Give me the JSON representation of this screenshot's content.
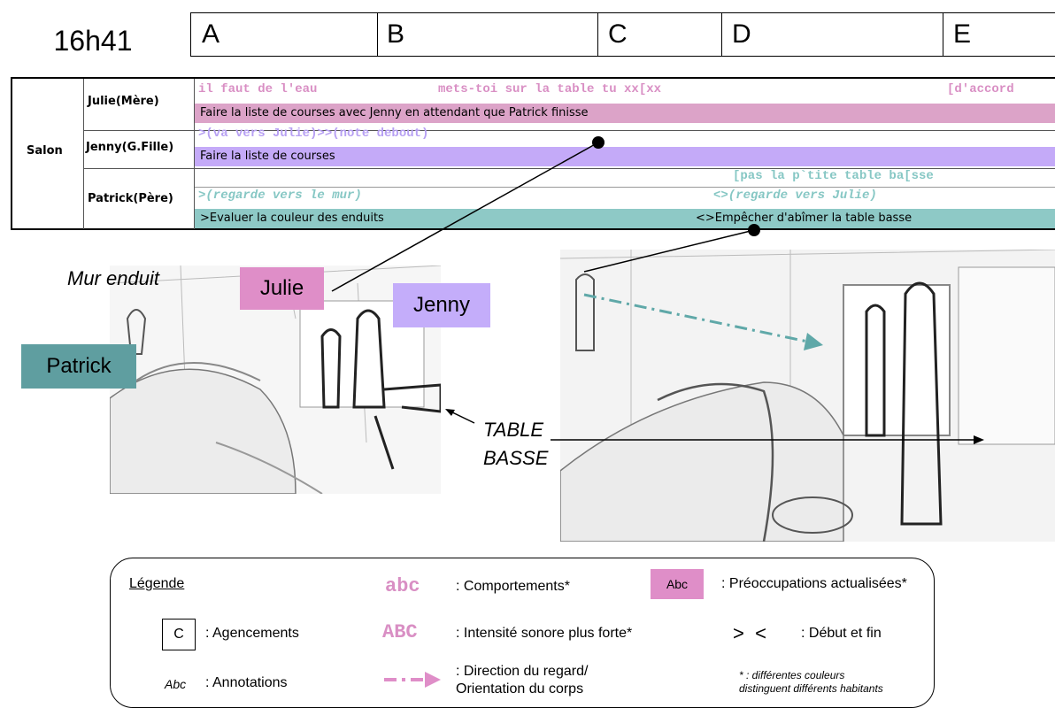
{
  "header": {
    "time": "16h41",
    "segments": [
      "A",
      "B",
      "C",
      "D",
      "E"
    ]
  },
  "table": {
    "place": "Salon",
    "rows": [
      {
        "person": "Julie(Mère)",
        "behaviors": [
          "il faut de l'eau",
          "mets-toi sur la table tu xx[xx",
          "[d'accord"
        ],
        "concern": "Faire la liste de courses avec Jenny en attendant que Patrick finisse"
      },
      {
        "person": "Jenny(G.Fille)",
        "behaviors": [
          ">(va vers Julie)>>(note debout)"
        ],
        "concern": "Faire la liste de courses"
      },
      {
        "person": "Patrick(Père)",
        "behaviors_line1": [
          "[pas la p`tite table ba[sse"
        ],
        "behaviors_line2": [
          ">(regarde vers le mur)",
          "<>(regarde vers Julie)"
        ],
        "concern_a": ">Evaluer la couleur des enduits",
        "concern_b": "<>Empêcher d'abîmer la table basse"
      }
    ]
  },
  "annotations": {
    "mur": "Mur enduit",
    "julie": "Julie",
    "jenny": "Jenny",
    "patrick": "Patrick",
    "table_line1": "TABLE",
    "table_line2": "BASSE"
  },
  "legend": {
    "title": "Légende",
    "behaviors_sample": "abc",
    "behaviors_label": ": Comportements*",
    "concerns_sample": "Abc",
    "concerns_label": ": Préoccupations actualisées*",
    "arrangement_sample": "C",
    "arrangement_label": ": Agencements",
    "loud_sample": "ABC",
    "loud_label": ": Intensité sonore plus forte*",
    "startend_sample": ">  <",
    "startend_label": ": Début et fin",
    "annot_sample": "Abc",
    "annot_label": ": Annotations",
    "gaze_label_1": ": Direction du regard/",
    "gaze_label_2": "Orientation du corps",
    "note_1": "* : différentes couleurs",
    "note_2": "distinguent différents habitants"
  },
  "colors": {
    "julie": "#d98fc4",
    "julie_bar": "#dca3c8",
    "jenny": "#b7a0f3",
    "jenny_bar": "#c4aaf8",
    "patrick": "#5f9ea0",
    "patrick_text": "#86c7c4",
    "patrick_bar": "#8ec9c6"
  }
}
